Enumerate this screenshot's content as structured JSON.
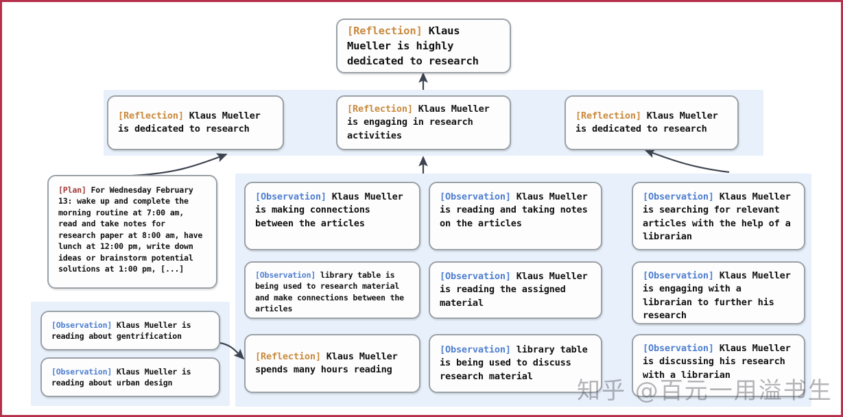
{
  "diagram": {
    "title": "Reflection tree for Klaus Mueller",
    "tags": {
      "reflection": "[Reflection]",
      "observation": "[Observation]",
      "plan": "[Plan]"
    },
    "colors": {
      "reflection_tag": "#c98a3e",
      "observation_tag": "#4f7fd0",
      "plan_tag": "#a23a3a",
      "band_background": "#e8f0fb",
      "node_border": "#9aa0a6",
      "page_border": "#b5304a",
      "arrow": "#3d4450"
    }
  },
  "root": {
    "tag": "[Reflection]",
    "text": " Klaus Mueller is highly dedicated to research"
  },
  "reflections": [
    {
      "tag": "[Reflection]",
      "text": " Klaus Mueller is dedicated to research"
    },
    {
      "tag": "[Reflection]",
      "text": " Klaus Mueller is engaging in research activities"
    },
    {
      "tag": "[Reflection]",
      "text": " Klaus Mueller is dedicated to research"
    }
  ],
  "plan": {
    "tag": "[Plan]",
    "text": " For Wednesday February 13: wake up and complete the morning routine at 7:00 am, read and take notes for research paper at 8:00 am, have lunch at 12:00 pm, write down ideas or brainstorm potential solutions at 1:00 pm, [...]"
  },
  "left_group": [
    {
      "tag": "[Observation]",
      "text": " Klaus Mueller is reading about gentrification"
    },
    {
      "tag": "[Observation]",
      "text": " Klaus Mueller is reading about urban design"
    }
  ],
  "column_one": [
    {
      "tag": "[Observation]",
      "text": " Klaus Mueller is making connections between the articles"
    },
    {
      "tag": "[Observation]",
      "text": " library table is being used to research material and make connections between the articles"
    },
    {
      "tag": "[Reflection]",
      "text": " Klaus Mueller spends many hours reading"
    }
  ],
  "column_two": [
    {
      "tag": "[Observation]",
      "text": " Klaus Mueller is reading and taking notes on the articles"
    },
    {
      "tag": "[Observation]",
      "text": " Klaus Mueller is reading the assigned material"
    },
    {
      "tag": "[Observation]",
      "text": " library table is being used to discuss research material"
    }
  ],
  "column_three": [
    {
      "tag": "[Observation]",
      "text": " Klaus Mueller is searching for relevant articles with the help of a librarian"
    },
    {
      "tag": "[Observation]",
      "text": " Klaus Mueller is engaging with a librarian to further his research"
    },
    {
      "tag": "[Observation]",
      "text": " Klaus Mueller is discussing his research with a librarian"
    }
  ],
  "watermark": {
    "text": "知乎 @百元一用溢书生"
  }
}
